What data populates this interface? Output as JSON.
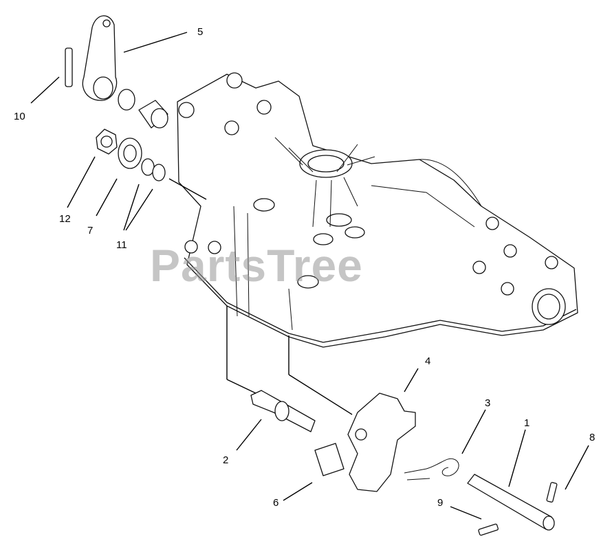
{
  "diagram": {
    "watermark": "PartsTree",
    "callouts": [
      {
        "id": "c5",
        "label": "5"
      },
      {
        "id": "c10",
        "label": "10"
      },
      {
        "id": "c12",
        "label": "12"
      },
      {
        "id": "c7",
        "label": "7"
      },
      {
        "id": "c11",
        "label": "11"
      },
      {
        "id": "c4",
        "label": "4"
      },
      {
        "id": "c3",
        "label": "3"
      },
      {
        "id": "c1",
        "label": "1"
      },
      {
        "id": "c8",
        "label": "8"
      },
      {
        "id": "c2",
        "label": "2"
      },
      {
        "id": "c6",
        "label": "6"
      },
      {
        "id": "c9",
        "label": "9"
      }
    ]
  }
}
